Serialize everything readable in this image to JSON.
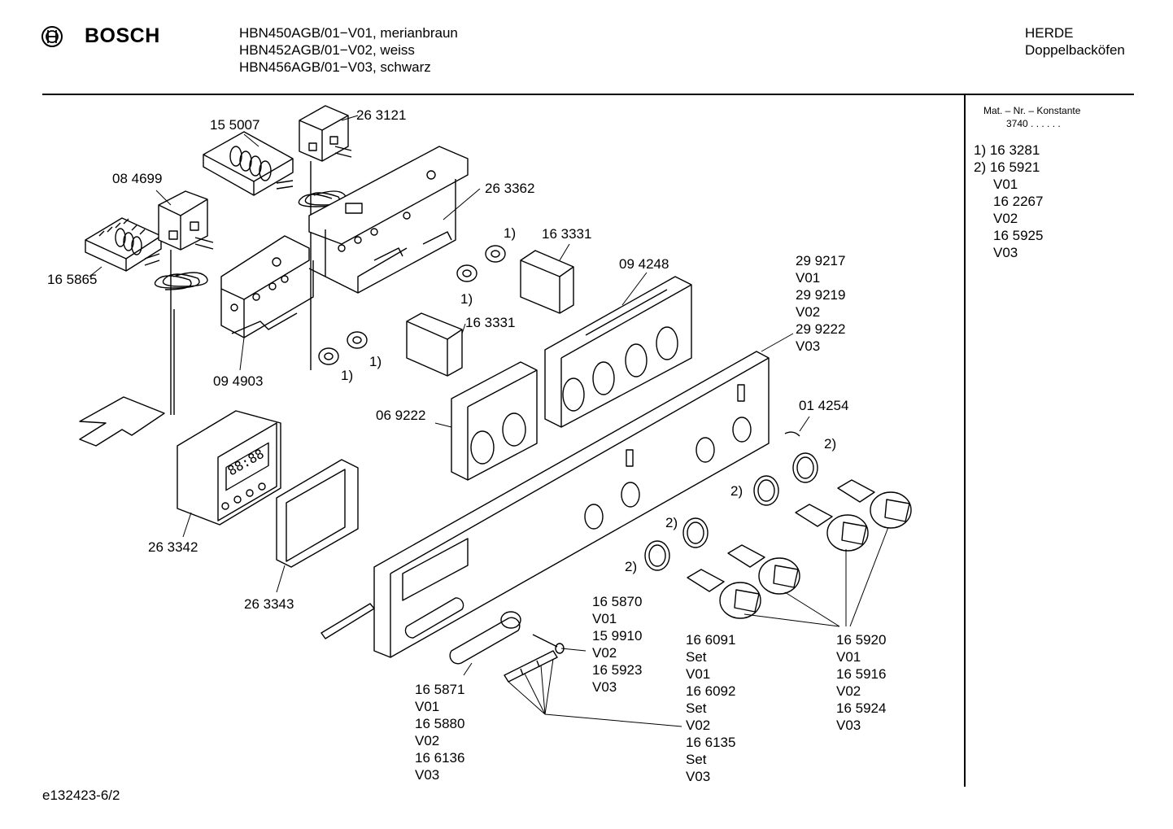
{
  "header": {
    "brand": "BOSCH",
    "models": [
      "HBN450AGB/01−V01, merianbraun",
      "HBN452AGB/01−V02, weiss",
      "HBN456AGB/01−V03, schwarz"
    ],
    "category": [
      "HERDE",
      "Doppelbacköfen"
    ]
  },
  "sidebar": {
    "title": "Mat. – Nr. – Konstante",
    "constant": "3740  .  .  .  .  .  .",
    "notes": [
      "1) 16 3281",
      "2) 16 5921",
      "V01",
      "16 2267",
      "V02",
      "16 5925",
      "V03"
    ]
  },
  "parts": {
    "p155007": "15 5007",
    "p263121": "26 3121",
    "p084699": "08 4699",
    "p263362": "26 3362",
    "p165865": "16 5865",
    "fn1a": "1)",
    "p163331a": "16 3331",
    "fn1b": "1)",
    "p094248": "09 4248",
    "p163331b": "16 3331",
    "fn1c": "1)",
    "fn1d": "1)",
    "p094903": "09 4903",
    "p069222": "06 9222",
    "p014254": "01 4254",
    "fn2a": "2)",
    "fn2b": "2)",
    "fn2c": "2)",
    "fn2d": "2)",
    "p263342": "26 3342",
    "p263343": "26 3343",
    "panel_variants": [
      "29 9217",
      "V01",
      "29 9219",
      "V02",
      "29 9222",
      "V03"
    ],
    "handle_variants": [
      "16 5870",
      "V01",
      "15 9910",
      "V02",
      "16 5923",
      "V03"
    ],
    "rod_variants": [
      "16 5871",
      "V01",
      "16 5880",
      "V02",
      "16 6136",
      "V03"
    ],
    "shaft_variants": [
      "16 6091",
      "Set",
      "V01",
      "16 6092",
      "Set",
      "V02",
      "16 6135",
      "Set",
      "V03"
    ],
    "knob_variants": [
      "16 5920",
      "V01",
      "16 5916",
      "V02",
      "16 5924",
      "V03"
    ]
  },
  "footer": {
    "drawing_id": "e132423-6/2"
  }
}
